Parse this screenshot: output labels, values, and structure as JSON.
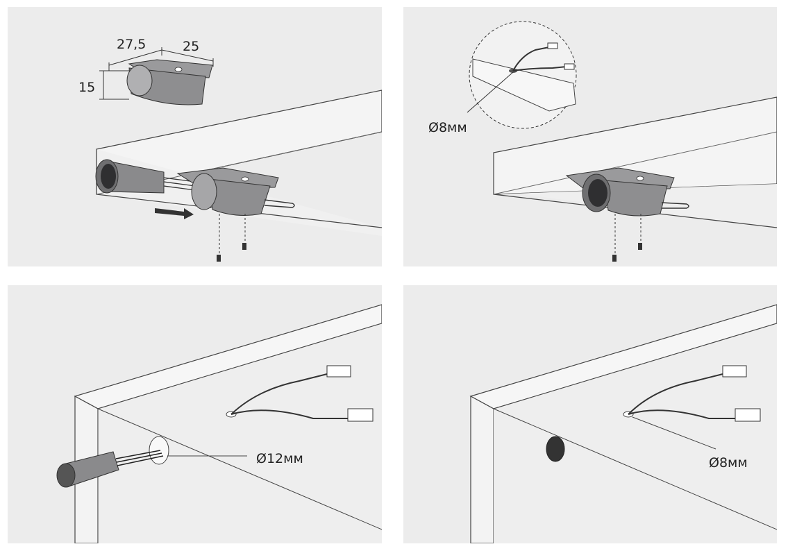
{
  "panels": [
    {
      "dimensions": {
        "width_left": "27,5",
        "width_right": "25",
        "height": "15"
      }
    },
    {
      "hole_label": "Ø8мм"
    },
    {
      "hole_label": "Ø12мм"
    },
    {
      "hole_label": "Ø8мм"
    }
  ],
  "colors": {
    "panel_bg": "#ececec",
    "board": "#f3f3f3",
    "board_edge": "#dcdcdc",
    "metal": "#8a8a8c",
    "metal_dark": "#4a4a4c",
    "line": "#555555"
  }
}
